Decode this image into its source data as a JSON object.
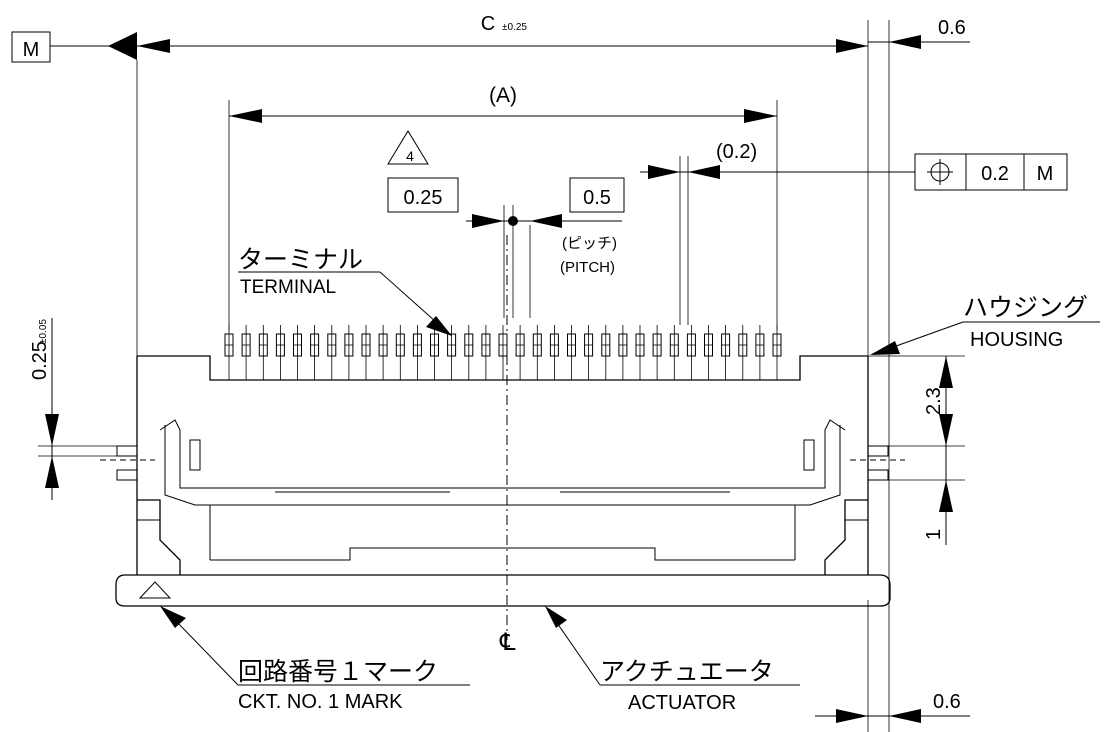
{
  "drawing": {
    "datum_m": "M",
    "dim_c_label": "C",
    "dim_c_tol": "±0.25",
    "dim_a_label": "(A)",
    "dim_right_offset": "0.6",
    "dim_right_offset_bottom": "0.6",
    "dim_gap": "(0.2)",
    "note_number": "4",
    "dim_half_pitch": "0.25",
    "dim_pitch": "0.5",
    "pitch_jp": "(ピッチ)",
    "pitch_en": "(PITCH)",
    "terminal_jp": "ターミナル",
    "terminal_en": "TERMINAL",
    "housing_jp": "ハウジング",
    "housing_en": "HOUSING",
    "ckt_jp": "回路番号１マーク",
    "ckt_en": "CKT. NO. 1 MARK",
    "actuator_jp": "アクチュエータ",
    "actuator_en": "ACTUATOR",
    "fcf_symbol": "⊕",
    "fcf_tol": "0.2",
    "fcf_mod": "M",
    "dim_left_thk": "0.25",
    "dim_left_thk_tol": "±0.05",
    "dim_right_2_3": "2.3",
    "dim_right_1": "1",
    "centerline_symbol": "℄"
  }
}
